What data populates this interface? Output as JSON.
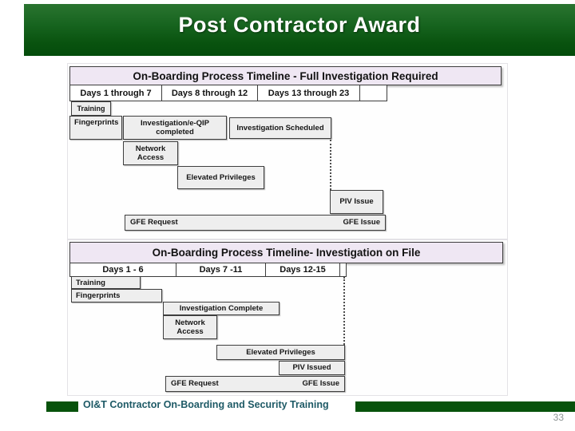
{
  "title_bar": {
    "text": "Post Contractor Award"
  },
  "timelines": [
    {
      "header": "On-Boarding Process Timeline - Full Investigation Required",
      "days": [
        "Days 1 through 7",
        "Days 8 through 12",
        "Days 13 through 23"
      ],
      "training": "Training",
      "fingerprints": "Fingerprints",
      "investigation": "Investigation/e-QIP completed",
      "investigation_scheduled": "Investigation Scheduled",
      "network_access": "Network Access",
      "elevated_privileges": "Elevated Privileges",
      "piv": "PIV Issue",
      "gfe_request": "GFE Request",
      "gfe_issue": "GFE Issue"
    },
    {
      "header": "On-Boarding Process Timeline- Investigation on File",
      "days": [
        "Days 1 - 6",
        "Days 7 -11",
        "Days 12-15"
      ],
      "training": "Training",
      "fingerprints": "Fingerprints",
      "investigation_complete": "Investigation Complete",
      "network_access": "Network Access",
      "elevated_privileges": "Elevated Privileges",
      "piv": "PIV Issued",
      "gfe_request": "GFE Request",
      "gfe_issue": "GFE Issue"
    }
  ],
  "footer": {
    "text": "OI&T Contractor On-Boarding and Security Training",
    "page_number": "33"
  },
  "colors": {
    "title_bar_green_top": "#2a7430",
    "title_bar_green_bottom": "#044c0b",
    "title_text": "#ffffff",
    "timeline_header_bg": "#efe7f3",
    "task_box_bg": "#eeeeee",
    "box_border": "#3e3e3e",
    "footer_bar_green": "#07520b",
    "footer_text": "#1e5a66",
    "page_number": "#8d9494"
  }
}
